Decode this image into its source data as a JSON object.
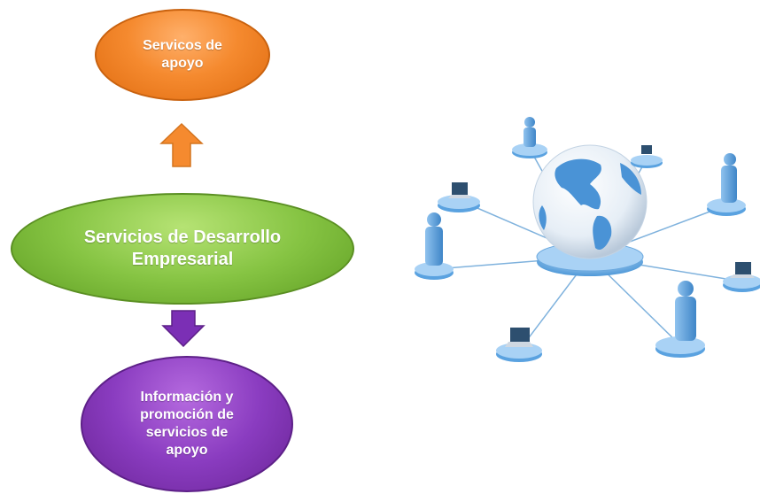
{
  "diagram": {
    "nodes": [
      {
        "id": "top",
        "label": "Servicos de\napoyo",
        "color": "#f58a2f"
      },
      {
        "id": "middle",
        "label": "Servicios de Desarrollo\nEmpresarial",
        "color": "#86c443"
      },
      {
        "id": "bottom",
        "label": "Información y\npromoción de\nservicios de\napoyo",
        "color": "#8a3cc0"
      }
    ],
    "edges": [
      {
        "from": "middle",
        "to": "top",
        "arrow_color": "#f58a2f"
      },
      {
        "from": "middle",
        "to": "bottom",
        "arrow_color": "#7b2fb5"
      }
    ]
  },
  "illustration": {
    "icon": "globe-network-icon",
    "colors": {
      "primary": "#3f8fd6",
      "light": "#9fcaf0",
      "base": "#5aa2e0"
    }
  }
}
